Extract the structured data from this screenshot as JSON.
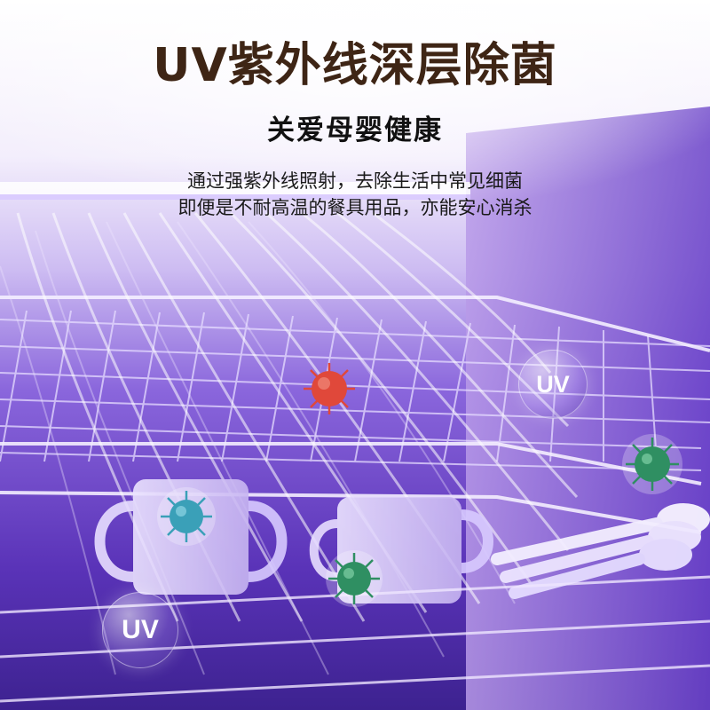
{
  "headline": "UV紫外线深层除菌",
  "subheadline": "关爱母婴健康",
  "description": {
    "line1": "通过强紫外线照射，去除生活中常见细菌",
    "line2": "即便是不耐高温的餐具用品，亦能安心消杀"
  },
  "uv_badges": [
    "UV",
    "UV"
  ],
  "colors": {
    "headline": "#3e2515",
    "uv_purple": "#5b2fc0",
    "germ_red": "#e0483a",
    "germ_teal": "#3aa0b8",
    "germ_green": "#2f8f62"
  },
  "icons": [
    "virus-icon-red",
    "virus-icon-teal",
    "virus-icon-green",
    "virus-icon-green",
    "uv-bubble-icon"
  ]
}
